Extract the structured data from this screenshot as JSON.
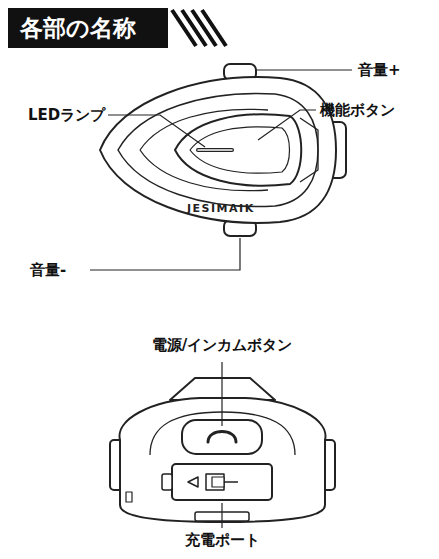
{
  "diagram": {
    "title": "各部の名称",
    "labels": [
      "音量+",
      "LEDランプ",
      "機能ボタン",
      "JESIMAIK",
      "音量-",
      "電源/インカムボタン",
      "充電ポート"
    ]
  }
}
